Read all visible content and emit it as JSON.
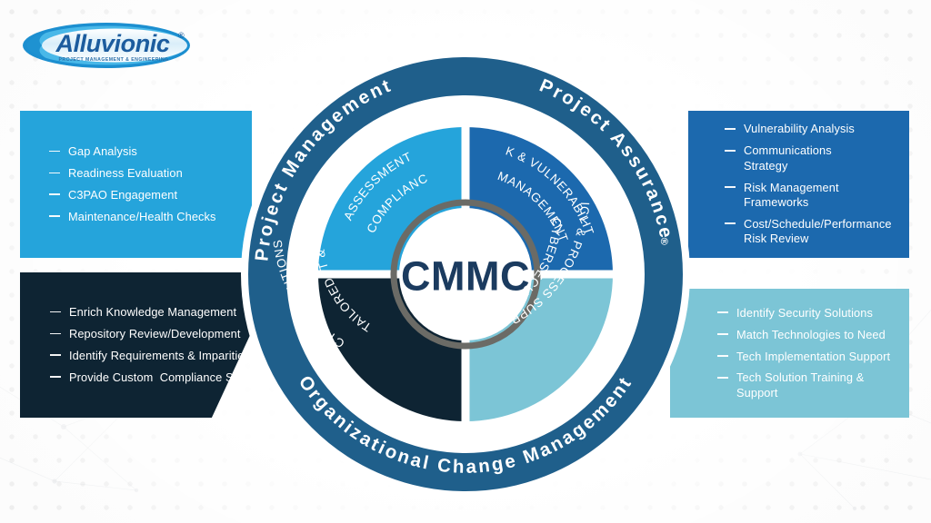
{
  "brand": {
    "name": "Alluvionic",
    "registered": "®",
    "tagline": "PROJECT MANAGEMENT & ENGINEERING",
    "logo_colors": {
      "text": "#1C5C9E",
      "swoosh_outer": "#1C8FD0",
      "swoosh_inner": "#49B8E8"
    }
  },
  "colors": {
    "cyan": "#25A4DB",
    "blue": "#1C69AE",
    "navy": "#0E2433",
    "teal": "#7CC5D6",
    "ring_outer": "#1F5F8B",
    "ring_dark": "#1B3F66",
    "center_ring": "#6B6B66",
    "cmmc_text": "#1B3B5F",
    "white": "#FFFFFF",
    "background": "#FCFCFC"
  },
  "panels": {
    "top_left": {
      "name": "project-management-services",
      "accent": "#25A4DB",
      "items": [
        "Gap Analysis",
        "Readiness Evaluation",
        "C3PAO Engagement",
        "Maintenance/Health Checks"
      ]
    },
    "top_right": {
      "name": "project-assurance-services",
      "accent": "#1C69AE",
      "items": [
        "Vulnerability Analysis",
        "Communications Strategy",
        "Risk Management Frameworks",
        "Cost/Schedule/Performance\nRisk Review"
      ]
    },
    "bottom_left": {
      "name": "tailored-it-cyber-services",
      "accent": "#0E2433",
      "items": [
        "Enrich Knowledge Management",
        "Repository Review/Development",
        "Identify Requirements & Imparities",
        "Provide Custom  Compliance Solution"
      ]
    },
    "bottom_right": {
      "name": "cybersecurity-policy-services",
      "accent": "#7CC5D6",
      "items": [
        "Identify Security Solutions",
        "Match Technologies to Need",
        "Tech Implementation Support",
        "Tech Solution Training & Support"
      ]
    }
  },
  "diagram": {
    "center_label": "CMMC",
    "outer_ring": [
      {
        "id": "project-management",
        "label": "Project Management"
      },
      {
        "id": "project-assurance",
        "label": "Project Assurance",
        "mark": "®"
      },
      {
        "id": "organizational-change-management",
        "label": "Organizational Change Management"
      }
    ],
    "quadrants": [
      {
        "id": "assessment-compliance",
        "line1": "ASSESSMENT",
        "line2": "& COMPLIANCE",
        "color": "#25A4DB",
        "position": "top-left"
      },
      {
        "id": "risk-vulnerabilities-management",
        "line1": "RISK & VULNERABILITIES",
        "line2": "MANAGEMENT",
        "color": "#1C69AE",
        "position": "top-right"
      },
      {
        "id": "tailored-it-cyber-solutions",
        "line1": "TAILORED IT &",
        "line2": "CYBER SOLUTIONS",
        "color": "#0E2433",
        "position": "bottom-left"
      },
      {
        "id": "cybersecurity-policy-process-support",
        "line1": "CYBERSECURITY",
        "line2": "POLICY & PROCESS  SUPPORT",
        "color": "#7CC5D6",
        "position": "bottom-right"
      }
    ]
  }
}
